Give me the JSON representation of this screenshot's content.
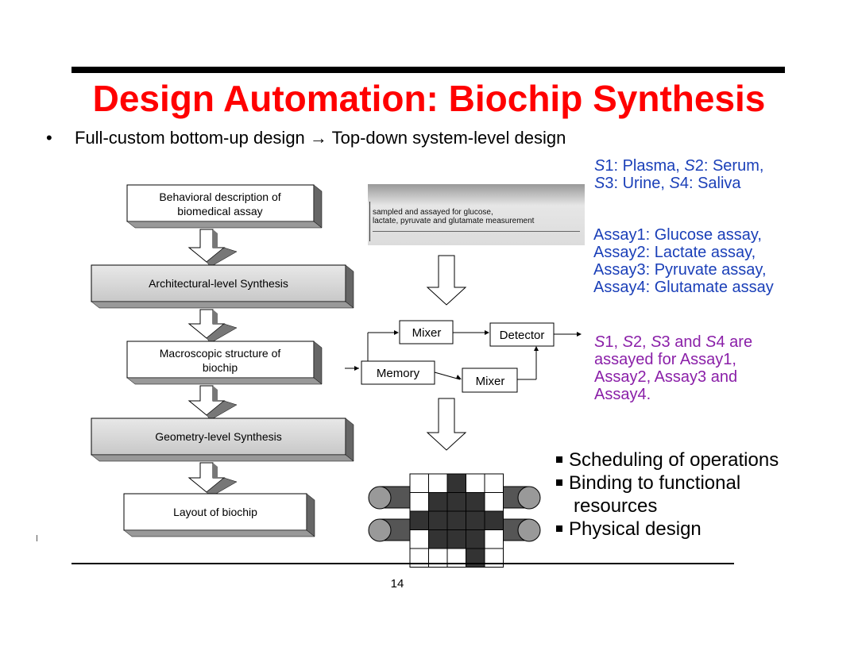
{
  "slide": {
    "title": "Design Automation: Biochip Synthesis",
    "bullet": "•",
    "subtitle": "Full-custom bottom-up design → Top-down system-level design",
    "page_number": "14"
  },
  "flow_steps": [
    {
      "line1": "Behavioral description of",
      "line2": "biomedical assay"
    },
    {
      "line1": "Architectural-level Synthesis"
    },
    {
      "line1": "Macroscopic structure of",
      "line2": "biochip"
    },
    {
      "line1": "Geometry-level Synthesis"
    },
    {
      "line1": "Layout of biochip"
    }
  ],
  "assay_image": {
    "caption_line1": "sampled and assayed for glucose,",
    "caption_line2": "lactate, pyruvate and glutamate measurement"
  },
  "structure": {
    "mixer_top": "Mixer",
    "detector": "Detector",
    "memory": "Memory",
    "mixer_bottom": "Mixer"
  },
  "samples": {
    "s1": "S",
    "s1n": "1: Plasma, ",
    "s2": "S",
    "s2n": "2: Serum,",
    "s3": "S",
    "s3n": "3: Urine, ",
    "s4": "S",
    "s4n": "4: Saliva"
  },
  "assays": [
    "Assay1: Glucose assay,",
    "Assay2: Lactate assay,",
    "Assay3: Pyruvate assay,",
    "Assay4: Glutamate assay"
  ],
  "assay_statement": [
    "S1, S2, S3 and S4 are",
    "assayed for Assay1,",
    "Assay2, Assay3 and",
    "Assay4."
  ],
  "tasks": [
    "Scheduling of operations",
    "Binding to functional",
    "resources",
    "Physical design"
  ],
  "colors": {
    "title": "#ff0000",
    "blue_text": "#1a3fb8",
    "purple_text": "#8a1fa8",
    "box_gray": "#d6d6d6",
    "cell_dark": "#333333"
  }
}
